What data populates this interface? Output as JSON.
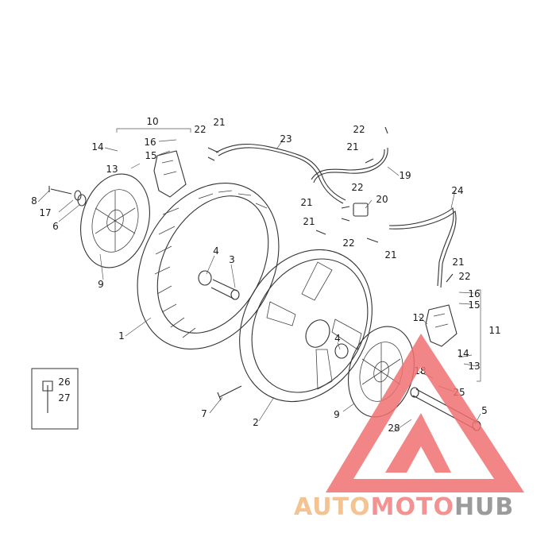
{
  "labels": {
    "l1": "1",
    "l2": "2",
    "l3": "3",
    "l4a": "4",
    "l4b": "4",
    "l5": "5",
    "l6": "6",
    "l7": "7",
    "l8": "8",
    "l9a": "9",
    "l9b": "9",
    "l10": "10",
    "l11": "11",
    "l12": "12",
    "l13a": "13",
    "l13b": "13",
    "l14a": "14",
    "l14b": "14",
    "l15a": "15",
    "l15b": "15",
    "l16a": "16",
    "l16b": "16",
    "l17": "17",
    "l18": "18",
    "l19": "19",
    "l20": "20",
    "l21a": "21",
    "l21b": "21",
    "l21c": "21",
    "l21d": "21",
    "l21e": "21",
    "l21f": "21",
    "l22a": "22",
    "l22b": "22",
    "l22c": "22",
    "l22d": "22",
    "l22e": "22",
    "l23": "23",
    "l24": "24",
    "l25": "25",
    "l26": "26",
    "l27": "27",
    "l28": "28"
  },
  "watermark": {
    "part1": "AUTO",
    "part2": "MOTO",
    "part3": "HUB",
    "color_auto": "#f2b980",
    "color_moto": "#f08080",
    "color_hub": "#8a8a8a",
    "triangle_color": "#f07070"
  }
}
